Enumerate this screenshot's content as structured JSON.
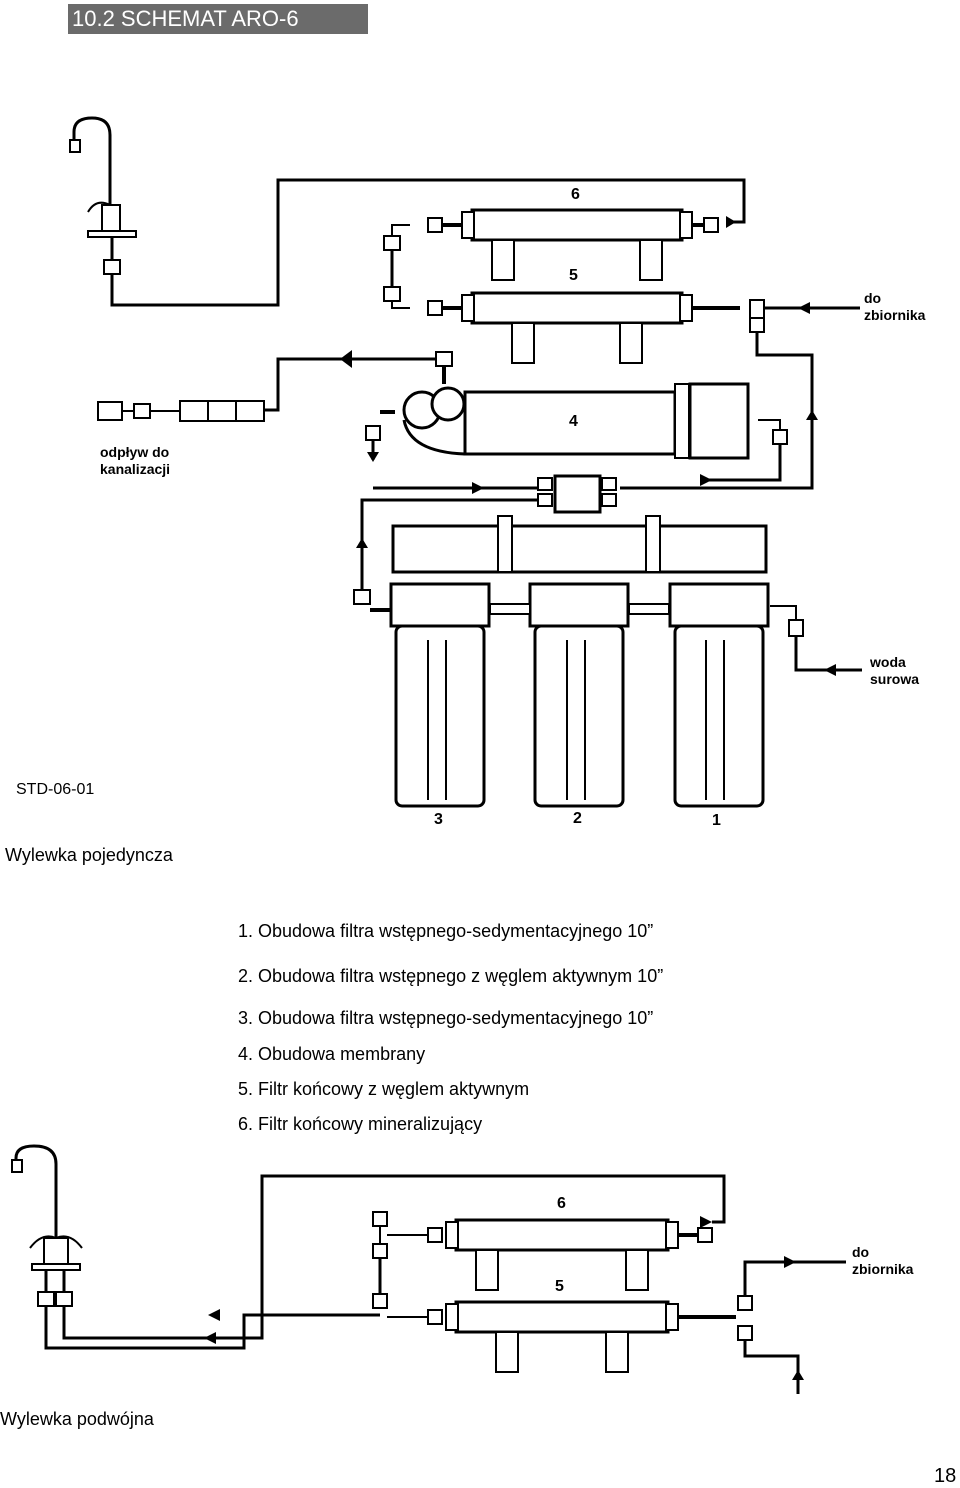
{
  "title": "10.2 SCHEMAT  ARO-6",
  "diagram1": {
    "code": "STD-06-01",
    "caption": "Wylewka pojedyncza",
    "label_drain": "odpływ do\nkanalizacji",
    "label_tank": "do\nzbiornika",
    "label_raw_water": "woda\nsurowa",
    "numbers": [
      "6",
      "5",
      "4",
      "3",
      "2",
      "1"
    ]
  },
  "legend": [
    "1. Obudowa filtra wstępnego-sedymentacyjnego 10”",
    "2. Obudowa filtra wstępnego z węglem aktywnym 10”",
    "3. Obudowa filtra wstępnego-sedymentacyjnego 10”",
    "4. Obudowa membrany",
    "5. Filtr końcowy z węglem aktywnym",
    "6. Filtr końcowy mineralizujący"
  ],
  "diagram2": {
    "caption": "Wylewka podwójna",
    "label_tank": "do\nzbiornika",
    "numbers": [
      "6",
      "5"
    ]
  },
  "page_number": "18"
}
